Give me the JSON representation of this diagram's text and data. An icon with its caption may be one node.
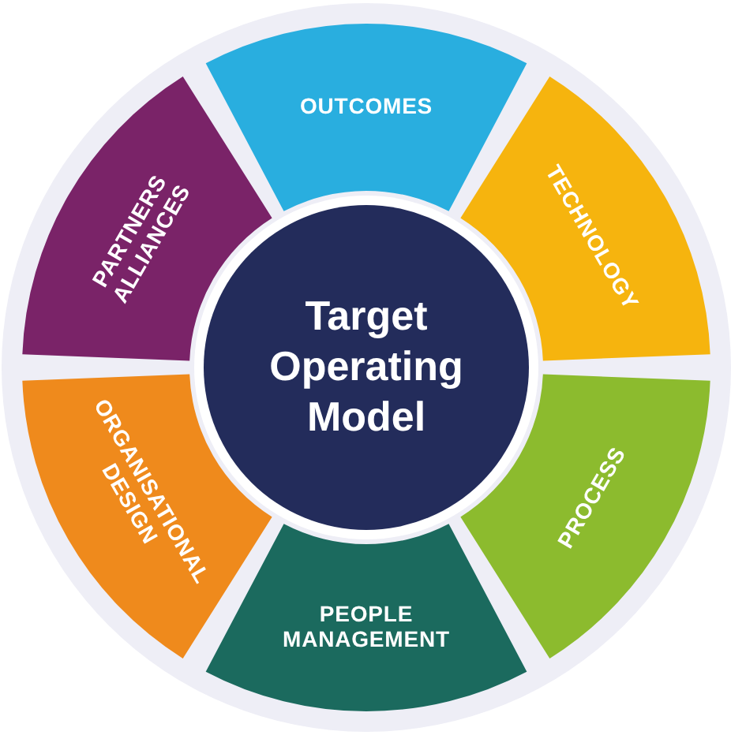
{
  "diagram": {
    "nodes": [
      {
        "text": [
          "Target Operating Model"
        ]
      },
      {
        "text": [
          "OUTCOMES"
        ]
      },
      {
        "text": [
          "TECHNOLOGY"
        ]
      },
      {
        "text": [
          "PROCESS"
        ]
      },
      {
        "text": [
          "PEOPLE MANAGEMENT"
        ]
      },
      {
        "text": [
          "ORGANISATIONAL DESIGN"
        ]
      },
      {
        "text": [
          "PARTNERS ALLIANCES"
        ]
      }
    ]
  }
}
